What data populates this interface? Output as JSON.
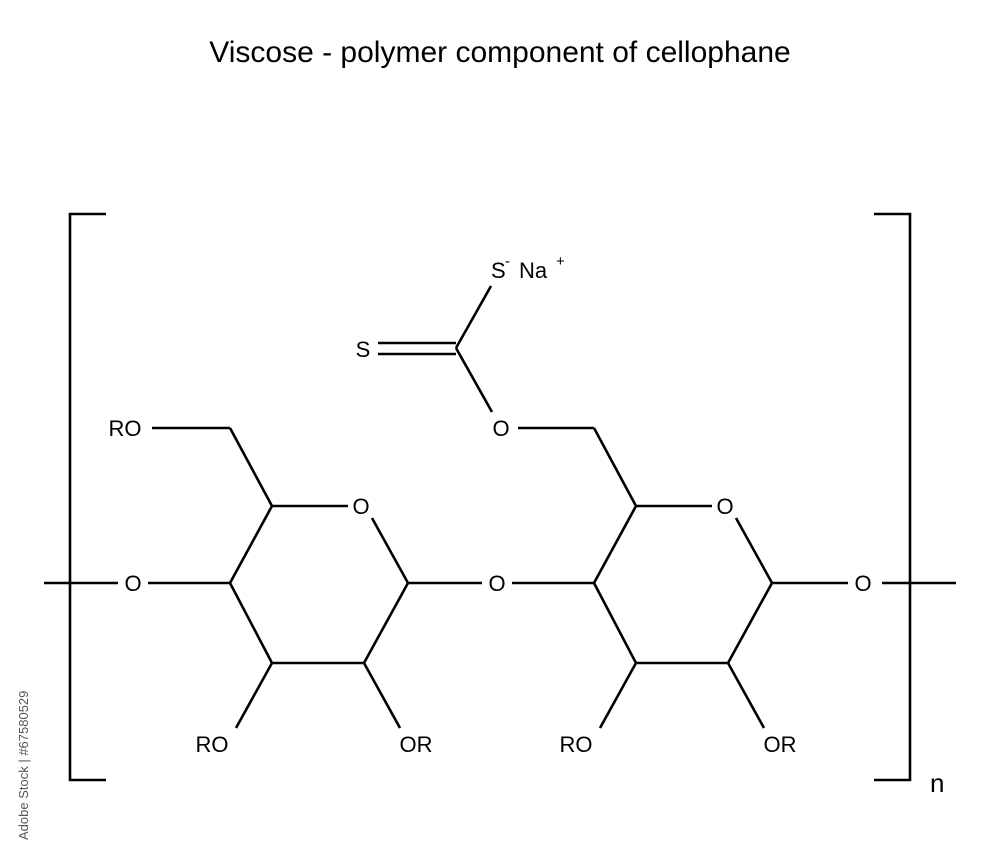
{
  "title": "Viscose - polymer component of cellophane",
  "atoms": {
    "S_minus": "S",
    "S_minus_charge": "-",
    "Na": "Na",
    "Na_charge": "+",
    "S_double": "S",
    "O_xanthate": "O",
    "RO_top": "RO",
    "O_ring1": "O",
    "O_ring2": "O",
    "O_left": "O",
    "O_bridge": "O",
    "O_right": "O",
    "RO_ring1": "RO",
    "OR_ring1": "OR",
    "RO_ring2": "RO",
    "OR_ring2": "OR"
  },
  "repeat_subscript": "n",
  "side_text": "Adobe Stock | #67580529"
}
